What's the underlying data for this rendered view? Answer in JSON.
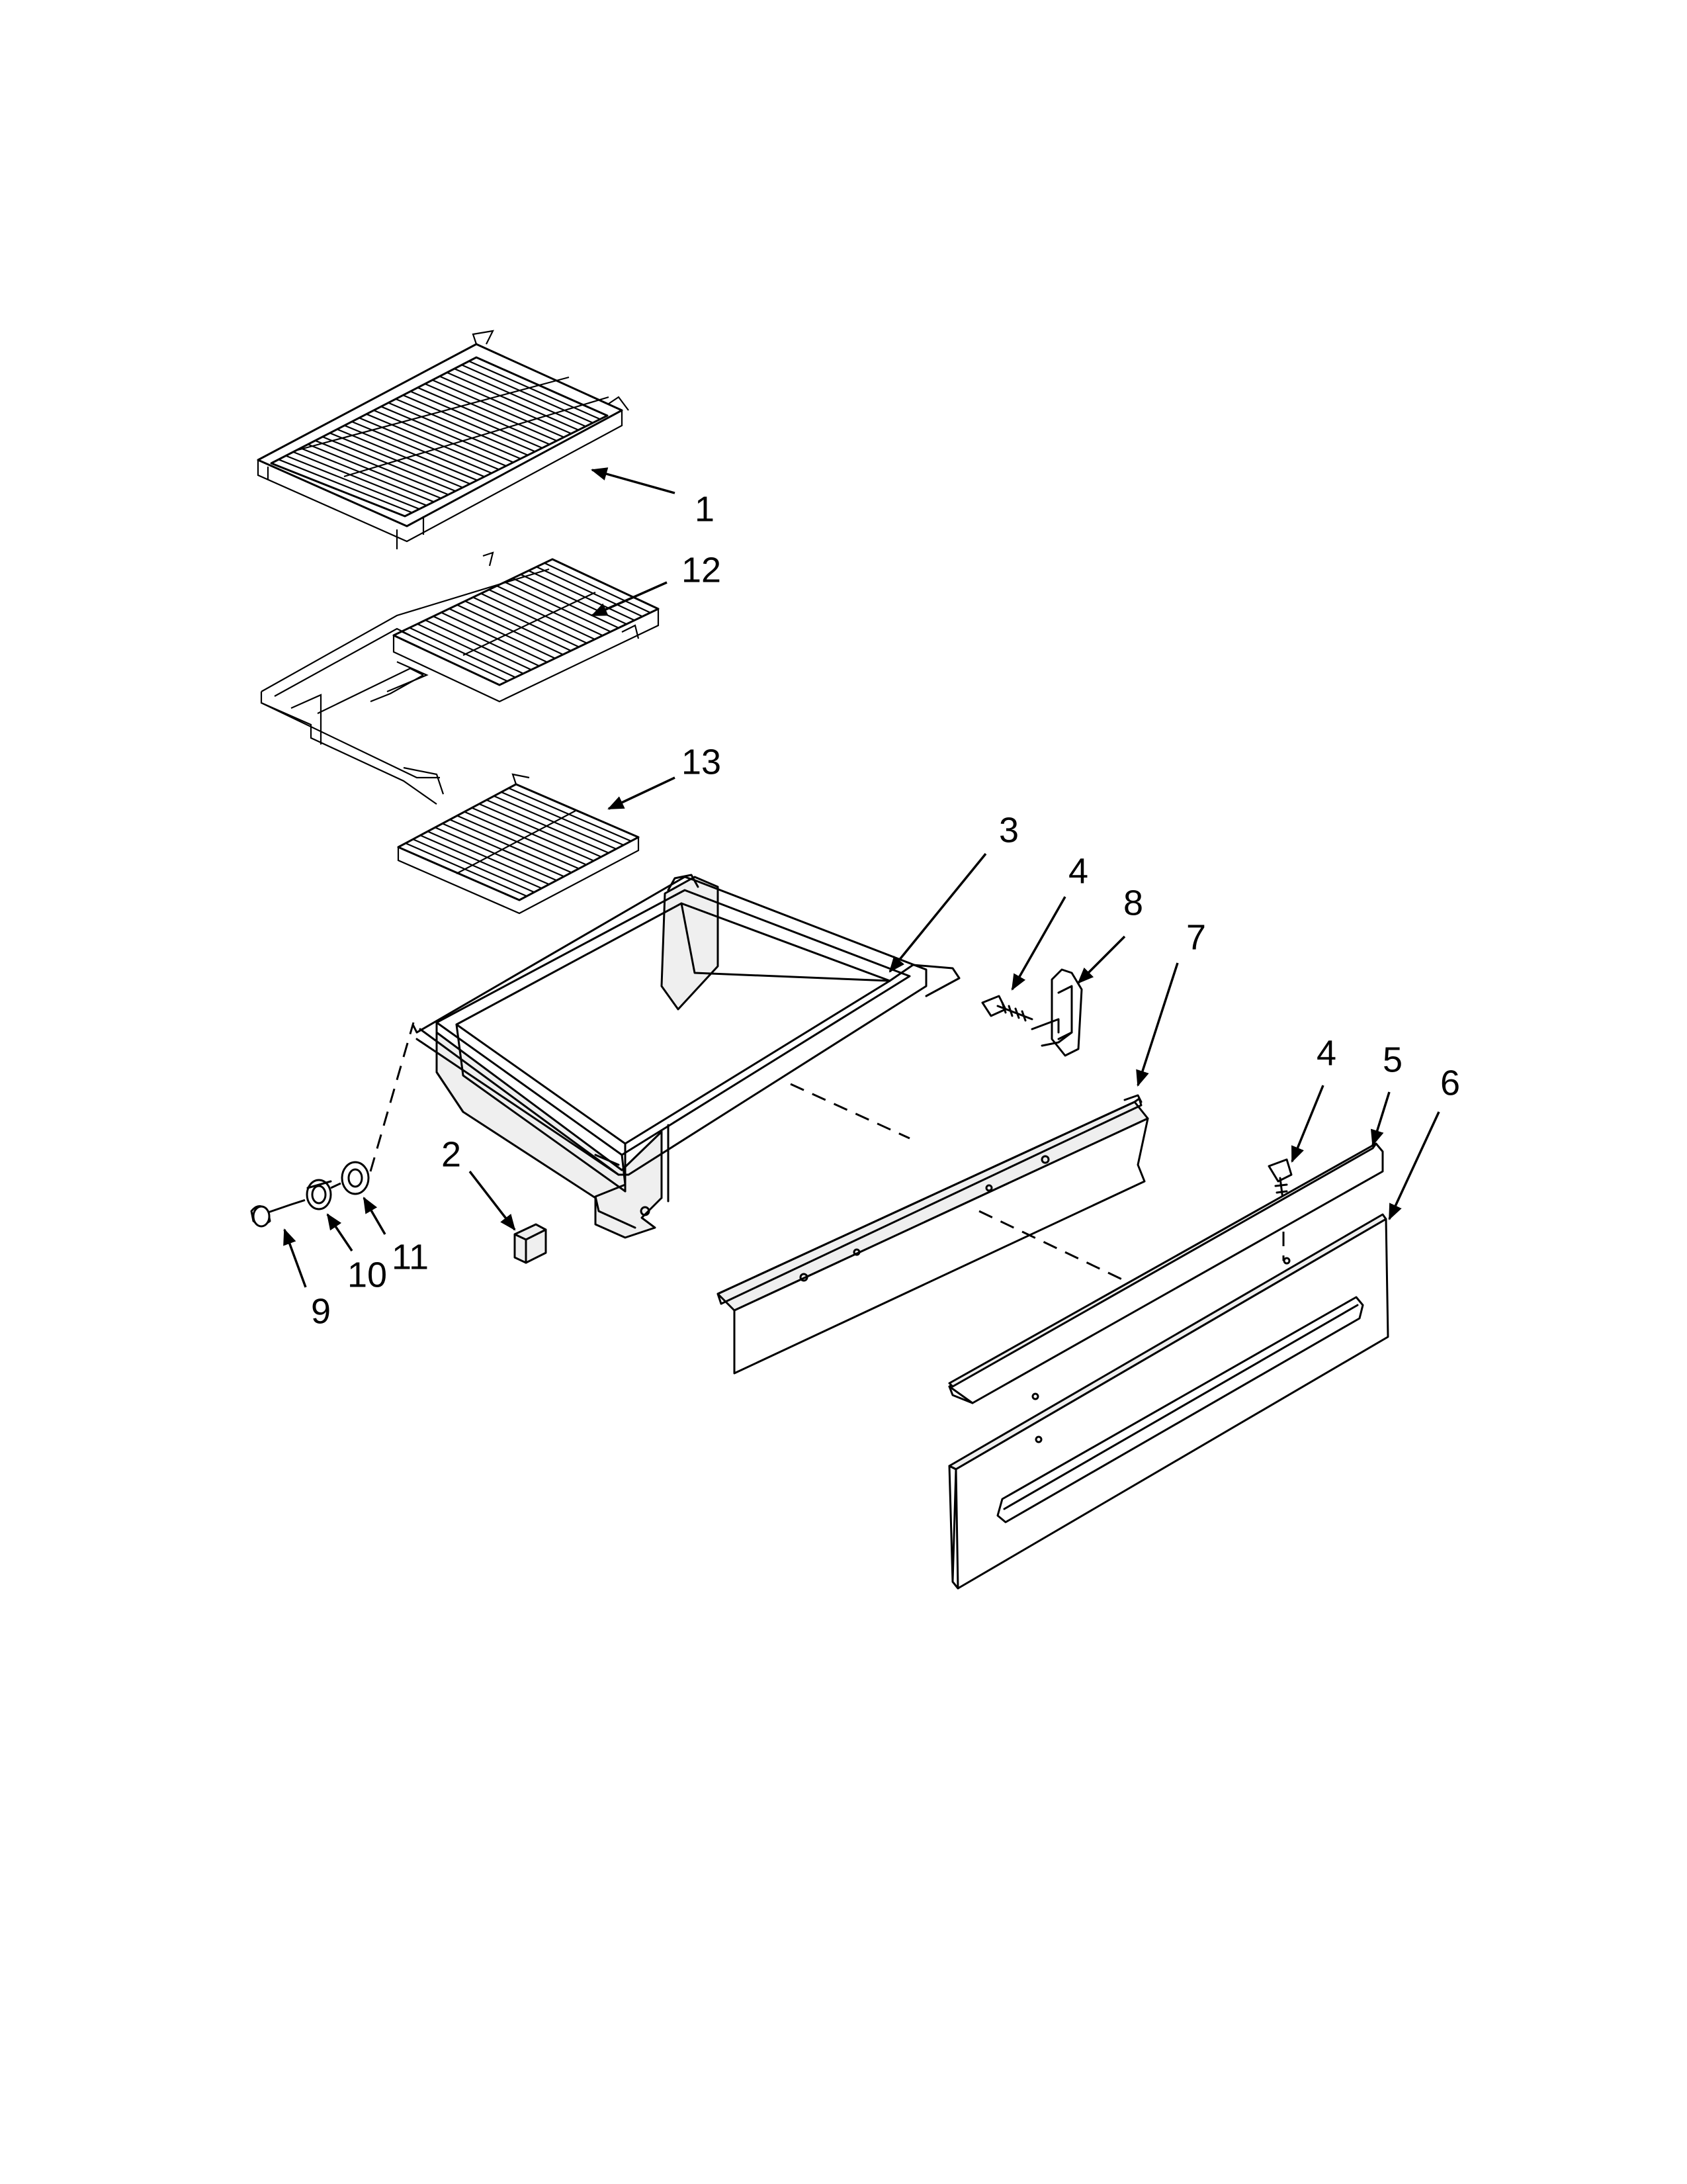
{
  "diagram": {
    "callouts": [
      {
        "id": "c1",
        "label": "1"
      },
      {
        "id": "c12",
        "label": "12"
      },
      {
        "id": "c13",
        "label": "13"
      },
      {
        "id": "c3",
        "label": "3"
      },
      {
        "id": "c4a",
        "label": "4"
      },
      {
        "id": "c8",
        "label": "8"
      },
      {
        "id": "c7",
        "label": "7"
      },
      {
        "id": "c4b",
        "label": "4"
      },
      {
        "id": "c5",
        "label": "5"
      },
      {
        "id": "c6",
        "label": "6"
      },
      {
        "id": "c2",
        "label": "2"
      },
      {
        "id": "c9",
        "label": "9"
      },
      {
        "id": "c10",
        "label": "10"
      },
      {
        "id": "c11",
        "label": "11"
      }
    ]
  }
}
